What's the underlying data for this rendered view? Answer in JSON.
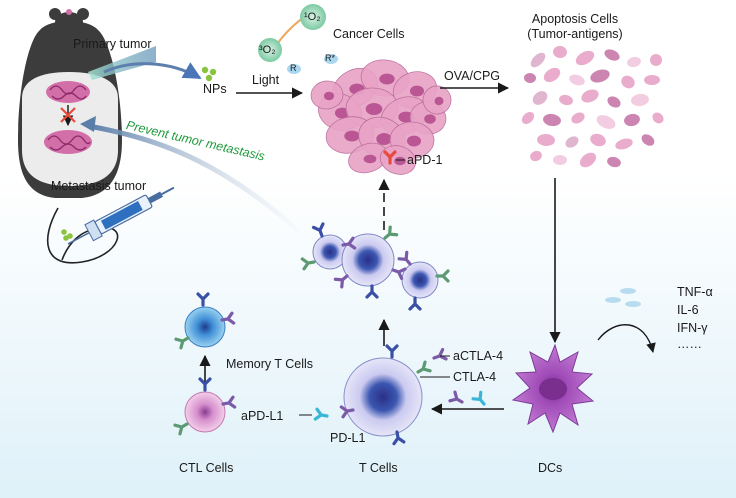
{
  "labels": {
    "primary_tumor": "Primary tumor",
    "metastasis_tumor": "Metastasis tumor",
    "nps": "NPs",
    "light": "Light",
    "cancer_cells": "Cancer Cells",
    "o2_ground": "³O₂",
    "o2_singlet": "¹O₂",
    "r": "R",
    "r_star": "R*",
    "ova_cpg": "OVA/CPG",
    "apoptosis_cells": "Apoptosis Cells",
    "tumor_antigens": "(Tumor-antigens)",
    "apd1": "aPD-1",
    "prevent_metastasis": "Prevent tumor metastasis",
    "tnf": "TNF-α",
    "il6": "IL-6",
    "ifn": "IFN-γ",
    "ellipsis": "……",
    "memory_t": "Memory T Cells",
    "actla4": "aCTLA-4",
    "ctla4": "CTLA-4",
    "apdl1": "aPD-L1",
    "pdl1": "PD-L1",
    "ctl_cells": "CTL Cells",
    "t_cells": "T Cells",
    "dcs": "DCs"
  },
  "colors": {
    "background_gradient_bottom": "#dff1f9",
    "mouse_body": "#3c3c3c",
    "tumor": "#d36fa8",
    "cancer_cell": "#e8a3c6",
    "cancer_nucleus": "#b0478a",
    "dc": "#a24ab8",
    "t_cell": "#c9c6ec",
    "t_nucleus": "#26308e",
    "memory_cell": "#4a97d9",
    "ctl_cell": "#e6a8d6",
    "antibody_green": "#5b9a73",
    "antibody_blue": "#3a4fa6",
    "antibody_purple": "#7b5aa8",
    "antibody_red": "#e8493a",
    "antibody_cyan": "#39b6d6",
    "text_green": "#1f9a3c"
  }
}
